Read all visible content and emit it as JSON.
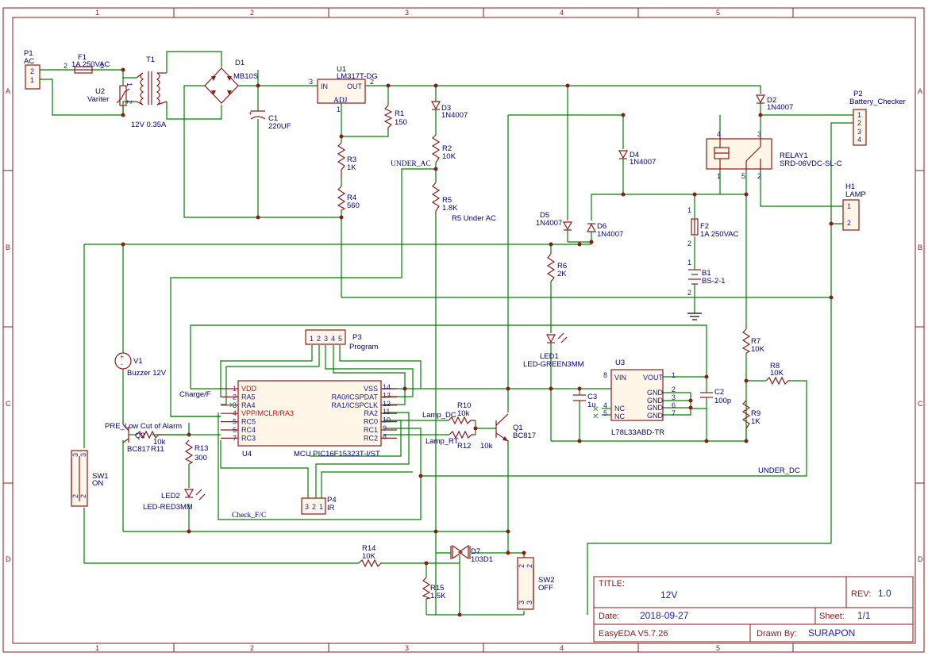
{
  "frame": {
    "cols": [
      "1",
      "2",
      "3",
      "4",
      "5"
    ],
    "rows": [
      "A",
      "B",
      "C",
      "D"
    ]
  },
  "components": {
    "p1": {
      "ref": "P1",
      "name": "AC",
      "pins": [
        "2",
        "1"
      ]
    },
    "f1": {
      "ref": "F1",
      "value": "1A 250VAC",
      "pin_l": "2",
      "pin_r": "1"
    },
    "u2": {
      "ref": "U2",
      "value": "Variter",
      "pin1": "1",
      "pin2": "2"
    },
    "t1": {
      "ref": "T1",
      "value": "12V 0.35A"
    },
    "d1": {
      "ref": "D1",
      "value": "MB10S"
    },
    "c1": {
      "ref": "C1",
      "value": "220UF"
    },
    "u1": {
      "ref": "U1",
      "value": "LM317T-DG",
      "in": "IN",
      "out": "OUT",
      "adj": "ADJ",
      "p3": "3",
      "p2": "2",
      "p1": "1"
    },
    "r1": {
      "ref": "R1",
      "value": "150"
    },
    "r3": {
      "ref": "R3",
      "value": "1K"
    },
    "r4": {
      "ref": "R4",
      "value": "560"
    },
    "d3": {
      "ref": "D3",
      "value": "1N4007"
    },
    "r2": {
      "ref": "R2",
      "value": "10K"
    },
    "r5": {
      "ref": "R5",
      "value": "1.8K"
    },
    "d2": {
      "ref": "D2",
      "value": "1N4007"
    },
    "d4": {
      "ref": "D4",
      "value": "1N4007"
    },
    "d5": {
      "ref": "D5",
      "value": "1N4007"
    },
    "d6": {
      "ref": "D6",
      "value": "1N4007"
    },
    "r6": {
      "ref": "R6",
      "value": "2K"
    },
    "relay": {
      "ref": "RELAY1",
      "value": "SRD-06VDC-SL-C",
      "p4": "4",
      "p3": "3",
      "p1": "1",
      "p5": "5",
      "p2": "2"
    },
    "p2": {
      "ref": "P2",
      "name": "Battery_Checker",
      "pins": [
        "1",
        "2",
        "3",
        "4"
      ]
    },
    "h1": {
      "ref": "H1",
      "name": "LAMP",
      "pins": [
        "1",
        "2"
      ]
    },
    "f2": {
      "ref": "F2",
      "value": "1A 250VAC",
      "p1": "1",
      "p2": "2"
    },
    "b1": {
      "ref": "B1",
      "value": "BS-2-1",
      "p1": "1",
      "p2": "2"
    },
    "v1": {
      "ref": "V1",
      "value": "Buzzer 12V"
    },
    "p3": {
      "ref": "P3",
      "name": "Program",
      "pins": [
        "1",
        "2",
        "3",
        "4",
        "5"
      ]
    },
    "u4": {
      "ref": "U4",
      "value": "MCU PIC16F15323T-I/ST",
      "left_pins": [
        {
          "num": "1",
          "name": "VDD",
          "red": true
        },
        {
          "num": "2",
          "name": "RA5",
          "red": false
        },
        {
          "num": "3",
          "name": "RA4",
          "red": false
        },
        {
          "num": "4",
          "name": "VPP/MCLR/RA3",
          "red": true
        },
        {
          "num": "5",
          "name": "RC5",
          "red": false
        },
        {
          "num": "6",
          "name": "RC4",
          "red": false
        },
        {
          "num": "7",
          "name": "RC3",
          "red": false
        }
      ],
      "right_pins": [
        {
          "num": "14",
          "name": "VSS"
        },
        {
          "num": "13",
          "name": "RA0/ICSPDAT"
        },
        {
          "num": "12",
          "name": "RA1/ICSPCLK"
        },
        {
          "num": "11",
          "name": "RA2"
        },
        {
          "num": "10",
          "name": "RC0"
        },
        {
          "num": "9",
          "name": "RC1"
        },
        {
          "num": "8",
          "name": "RC2"
        }
      ]
    },
    "r10": {
      "ref": "R10",
      "value": "10k"
    },
    "r12": {
      "ref": "R12",
      "value": "10k"
    },
    "q1": {
      "ref": "Q1",
      "value": "BC817"
    },
    "led1": {
      "ref": "LED1",
      "value": "LED-GREEN3MM"
    },
    "c3": {
      "ref": "C3",
      "value": "1u"
    },
    "u3": {
      "ref": "U3",
      "value": "L78L33ABD-TR",
      "vin": "VIN",
      "vout": "VOUT",
      "nc1": "NC",
      "nc2": "NC",
      "gnd": "GND",
      "p8": "8",
      "p1": "1",
      "p4": "4",
      "p5": "5",
      "p2": "2",
      "p3": "3",
      "p6": "6",
      "p7": "7"
    },
    "c2": {
      "ref": "C2",
      "value": "100p"
    },
    "r7": {
      "ref": "R7",
      "value": "10K"
    },
    "r8": {
      "ref": "R8",
      "value": "10K"
    },
    "r9": {
      "ref": "R9",
      "value": "1K"
    },
    "q2": {
      "ref": "Q2",
      "value": "BC817"
    },
    "r11": {
      "ref": "R11",
      "value": "10k"
    },
    "r13": {
      "ref": "R13",
      "value": "300"
    },
    "led2": {
      "ref": "LED2",
      "value": "LED-RED3MM"
    },
    "sw1": {
      "ref": "SW1",
      "value": "ON",
      "pins": [
        "3",
        "3",
        "2",
        "2"
      ]
    },
    "sw2": {
      "ref": "SW2",
      "value": "OFF",
      "pins": [
        "2",
        "2",
        "3",
        "3"
      ]
    },
    "p4": {
      "ref": "P4",
      "name": "IR",
      "pins": [
        "3",
        "2",
        "1"
      ]
    },
    "r14": {
      "ref": "R14",
      "value": "10K"
    },
    "r15": {
      "ref": "R15",
      "value": "1.5K"
    },
    "d7": {
      "ref": "D7",
      "value": "103D1"
    }
  },
  "net_labels": {
    "under_ac": "UNDER_AC",
    "r5_under_ac": "R5 Under AC",
    "charge_f": "Charge/F",
    "pre_low": "PRE_Low Cut of Alarm",
    "lamp_dc": "Lamp_DC",
    "lamp_rt": "Lamp_RT",
    "check_fc": "Check_F/C",
    "under_dc": "UNDER_DC"
  },
  "title_block": {
    "title_label": "TITLE:",
    "title_value": "12V",
    "rev_label": "REV:",
    "rev_value": "1.0",
    "date_label": "Date:",
    "date_value": "2018-09-27",
    "sheet_label": "Sheet:",
    "sheet_value": "1/1",
    "tool": "EasyEDA V5.7.26",
    "drawn_label": "Drawn By:",
    "drawn_value": "SURAPON"
  }
}
